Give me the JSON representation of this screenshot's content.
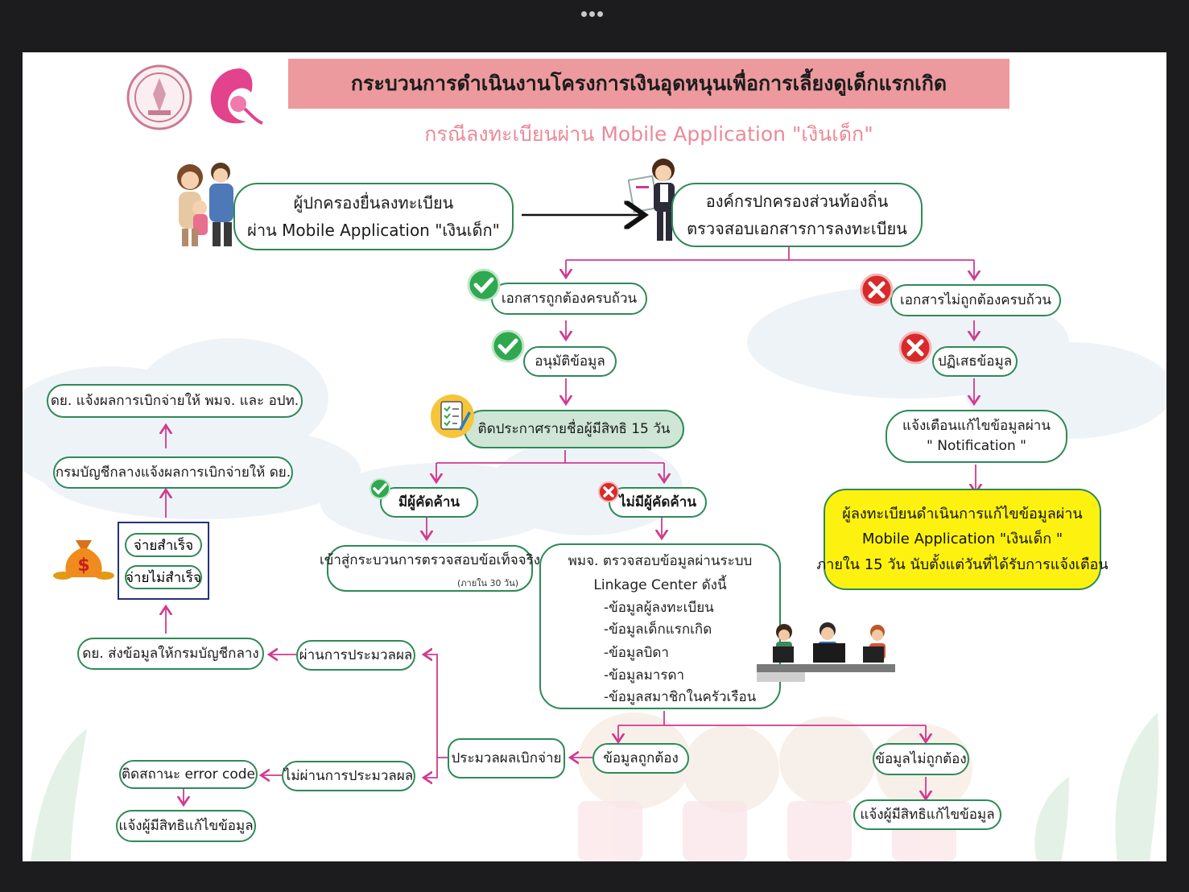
{
  "title": "กระบวนการดำเนินงานโครงการเงินอุดหนุนเพื่อการเลี้ยงดูเด็กแรกเกิด",
  "subtitle": "กรณีลงทะเบียนผ่าน Mobile Application \"เงินเด็ก\"",
  "colors": {
    "banner": "#ec9a9e",
    "subtitle": "#ea8a9a",
    "box_border": "#2e8a57",
    "connector": "#d13a8e",
    "highlight": "#fdf20f",
    "pay_frame": "#26307a"
  },
  "icons": {
    "seal": "ministry-seal-icon",
    "logo": "mother-child-logo-icon",
    "family": "family-illustration-icon",
    "officer": "officer-illustration-icon",
    "check": "check-icon",
    "cross": "cross-icon",
    "checklist": "checklist-icon",
    "money": "money-bag-icon",
    "staff": "office-staff-icon"
  },
  "nodes": {
    "apply_line1": "ผู้ปกครองยื่นลงทะเบียน",
    "apply_line2": "ผ่าน Mobile Application \"เงินเด็ก\"",
    "local_line1": "องค์กรปกครองส่วนท้องถิ่น",
    "local_line2": "ตรวจสอบเอกสารการลงทะเบียน",
    "docs_ok": "เอกสารถูกต้องครบถ้วน",
    "docs_bad": "เอกสารไม่ถูกต้องครบถ้วน",
    "approve": "อนุมัติข้อมูล",
    "reject": "ปฏิเสธข้อมูล",
    "announce": "ติดประกาศรายชื่อผู้มีสิทธิ 15 วัน",
    "notify_line1": "แจ้งเตือนแก้ไขข้อมูลผ่าน",
    "notify_line2": "\" Notification \"",
    "fix_line1": "ผู้ลงทะเบียนดำเนินการแก้ไขข้อมูลผ่าน",
    "fix_line2": "Mobile Application \"เงินเด็ก \"",
    "fix_line3": "ภายใน 15 วัน นับตั้งแต่วันที่ได้รับการแจ้งเตือน",
    "objection": "มีผู้คัดค้าน",
    "no_objection": "ไม่มีผู้คัดค้าน",
    "fact_check": "เข้าสู่กระบวนการตรวจสอบข้อเท็จจริง",
    "fact_check_note": "(ภายใน 30 วัน)",
    "linkage_head1": "พมจ. ตรวจสอบข้อมูลผ่านระบบ",
    "linkage_head2": "Linkage Center ดังนี้",
    "linkage_items": [
      "-ข้อมูลผู้ลงทะเบียน",
      "-ข้อมูลเด็กแรกเกิด",
      "-ข้อมูลบิดา",
      "-ข้อมูลมารดา",
      "-ข้อมูลสมาชิกในครัวเรือน"
    ],
    "data_ok": "ข้อมูลถูกต้อง",
    "data_bad": "ข้อมูลไม่ถูกต้อง",
    "notify_fix_right": "แจ้งผู้มีสิทธิแก้ไขข้อมูล",
    "process_pay": "ประมวลผลเบิกจ่าย",
    "pass": "ผ่านการประมวลผล",
    "fail": "ไม่ผ่านการประมวลผล",
    "error_code": "ติดสถานะ error code",
    "notify_fix_left": "แจ้งผู้มีสิทธิแก้ไขข้อมูล",
    "send_cgd": "ดย. ส่งข้อมูลให้กรมบัญชีกลาง",
    "pay_success": "จ่ายสำเร็จ",
    "pay_fail": "จ่ายไม่สำเร็จ",
    "cgd_report": "กรมบัญชีกลางแจ้งผลการเบิกจ่ายให้ ดย.",
    "final_report": "ดย. แจ้งผลการเบิกจ่ายให้ พมจ. และ อปท."
  }
}
